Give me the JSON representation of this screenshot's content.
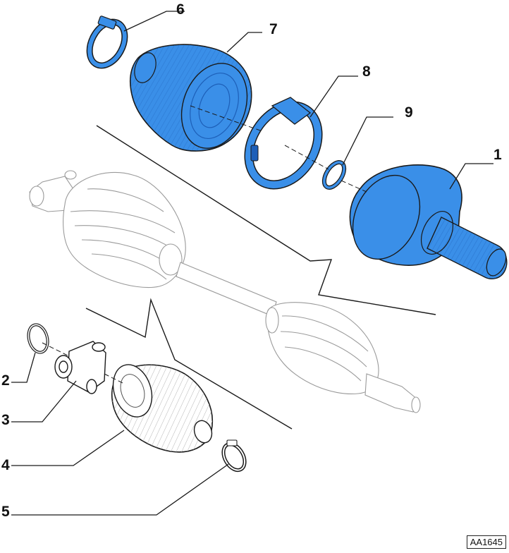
{
  "colors": {
    "highlight_fill": "#3a8fe8",
    "highlight_dark": "#1d5fb8",
    "outline": "#1a1a1a",
    "ghost_outline": "#9a9a9a",
    "background": "#ffffff"
  },
  "callouts": [
    {
      "id": "1",
      "label": "1"
    },
    {
      "id": "2",
      "label": "2"
    },
    {
      "id": "3",
      "label": "3"
    },
    {
      "id": "4",
      "label": "4"
    },
    {
      "id": "5",
      "label": "5"
    },
    {
      "id": "6",
      "label": "6"
    },
    {
      "id": "7",
      "label": "7"
    },
    {
      "id": "8",
      "label": "8"
    },
    {
      "id": "9",
      "label": "9"
    }
  ],
  "reference_code": "AA1645"
}
